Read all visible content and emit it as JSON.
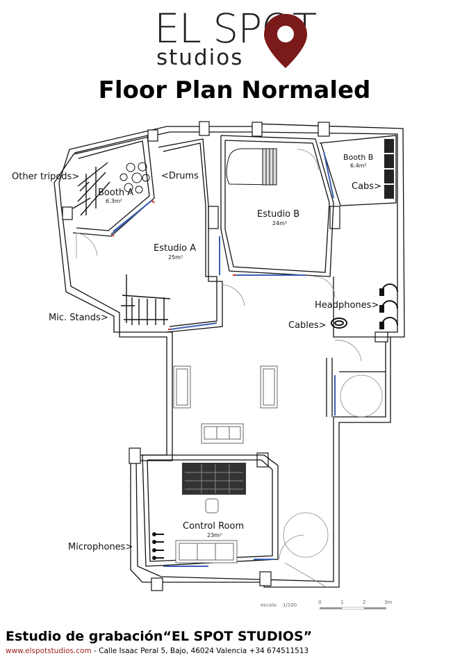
{
  "brand": {
    "logo_main": "EL SPOT",
    "logo_sub": "studios",
    "pin_color": "#7a1a1a"
  },
  "title": "Floor Plan Normaled",
  "rooms": {
    "booth_a": {
      "name": "Booth A",
      "area": "6.3m²"
    },
    "estudio_a": {
      "name": "Estudio A",
      "area": "25m²"
    },
    "estudio_b": {
      "name": "Estudio B",
      "area": "24m²"
    },
    "booth_b": {
      "name": "Booth B",
      "area": "6.4m²"
    },
    "control_room": {
      "name": "Control Room",
      "area": "23m²"
    }
  },
  "annotations": {
    "other_tripods": "Other tripods>",
    "drums": "<Drums",
    "cabs": "Cabs>",
    "mic_stands": "Mic. Stands>",
    "headphones": "Headphones>",
    "cables": "Cables>",
    "microphones": "Microphones>"
  },
  "scale": {
    "label": "escala:",
    "value": "1/100",
    "ticks": [
      "0",
      "1",
      "2",
      "3m"
    ]
  },
  "footer": {
    "title": "Estudio de grabación“EL SPOT STUDIOS”",
    "url": "www.elspotstudios.com",
    "address": " - Calle Isaac Peral 5, Bajo, 46024 Valencia  +34 674511513"
  },
  "colors": {
    "wall": "#111111",
    "accent_blue": "#3a5fb0",
    "accent_red": "#c0392b",
    "footer_url": "#9b1c1c"
  }
}
